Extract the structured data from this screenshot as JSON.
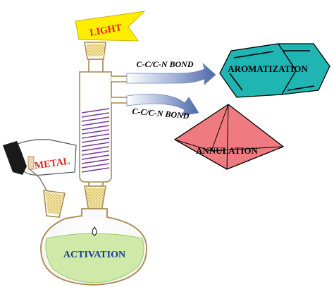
{
  "labels": {
    "light": "LIGHT",
    "bond_top": "C-C/C-N BOND",
    "bond_bottom": "C-C/C-N BOND",
    "aromatization": "AROMATIZATION",
    "annulation": "ANNULATION",
    "metal": "METAL",
    "activation": "ACTIVATION"
  },
  "colors": {
    "light_flag": "#ffee00",
    "light_text": "#e8231f",
    "aromatization_fill": "#1fb5b2",
    "annulation_fill": "#ef7b80",
    "liquid": "#cfe9a8",
    "arrow": "#6f86b8",
    "glass": "#a8884c",
    "coil": "#7a3ba0",
    "metal_text": "#d42a1f",
    "activation_text": "#1d3a9e",
    "stopper": "#f6e79c"
  },
  "icons": [
    "reflux-condenser",
    "round-bottom-flask",
    "gloved-hand-icon",
    "hexagon-fused-ring-icon",
    "pyramid-icon",
    "light-flag-icon"
  ]
}
